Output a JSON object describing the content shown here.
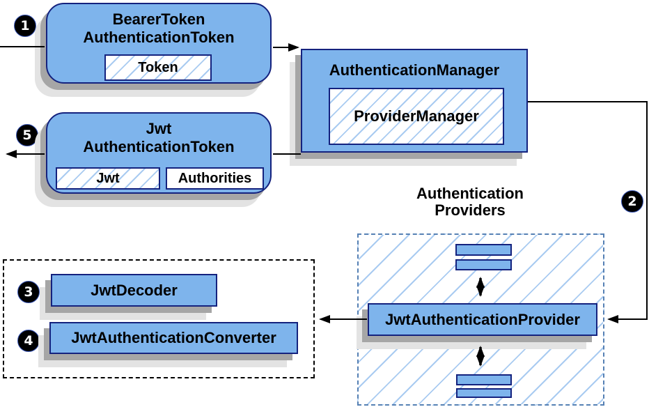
{
  "diagram": {
    "nodes": {
      "bearer": {
        "line1": "BearerToken",
        "line2": "AuthenticationToken",
        "token_field": "Token"
      },
      "manager": {
        "title": "AuthenticationManager",
        "inner": "ProviderManager"
      },
      "jwt_token": {
        "line1": "Jwt",
        "line2": "AuthenticationToken",
        "jwt_field": "Jwt",
        "authorities_field": "Authorities"
      },
      "providers_group": {
        "line1": "Authentication",
        "line2": "Providers"
      },
      "provider": {
        "title": "JwtAuthenticationProvider"
      },
      "decoder": {
        "title": "JwtDecoder"
      },
      "converter": {
        "title": "JwtAuthenticationConverter"
      }
    },
    "badges": {
      "step1": "1",
      "step2": "2",
      "step3": "3",
      "step4": "4",
      "step5": "5"
    },
    "colors": {
      "node_fill": "#7eb4ec",
      "node_border": "#14227e",
      "hatch_line": "#a9cbf1",
      "providers_dash_border": "#5580b4",
      "black_dash_border": "#000000",
      "shadow_dark": "#a6a6a6",
      "shadow_light": "#e3e3e3",
      "arrow": "#000000",
      "badge_bg": "#000000",
      "badge_text": "#ffffff"
    }
  }
}
